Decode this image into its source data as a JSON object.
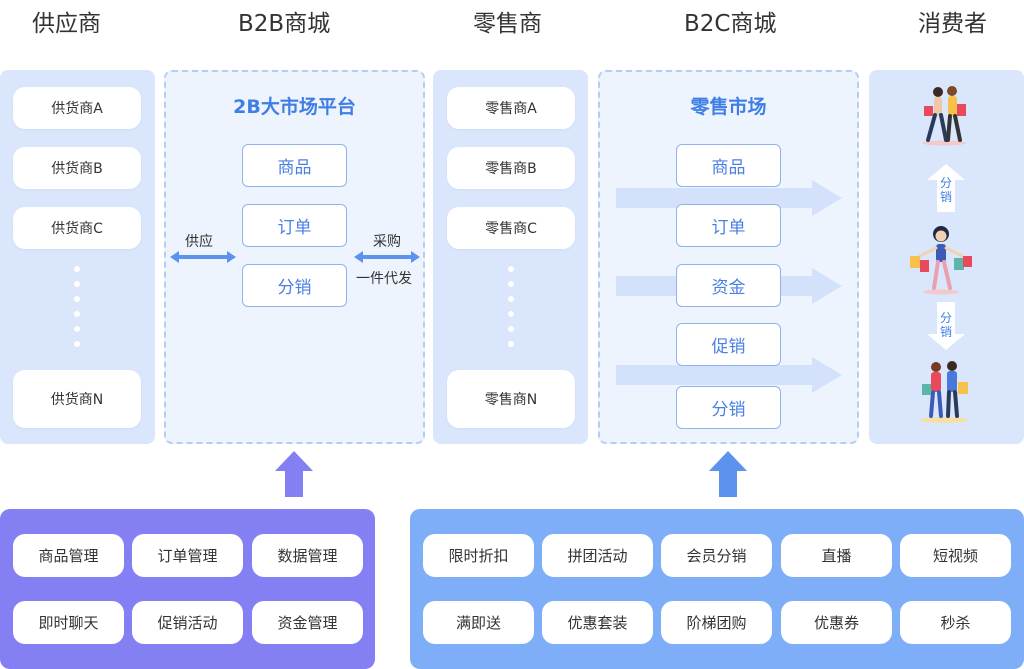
{
  "headers": {
    "supplier": "供应商",
    "b2b": "B2B商城",
    "retailer": "零售商",
    "b2c": "B2C商城",
    "consumer": "消费者"
  },
  "suppliers": [
    "供货商A",
    "供货商B",
    "供货商C",
    "供货商N"
  ],
  "b2b_platform": {
    "title": "2B大市场平台",
    "items": [
      "商品",
      "订单",
      "分销"
    ]
  },
  "links": {
    "supply": "供应",
    "purchase": "采购",
    "dropship": "一件代发"
  },
  "retailers": [
    "零售商A",
    "零售商B",
    "零售商C",
    "零售商N"
  ],
  "retail_market": {
    "title": "零售市场",
    "items": [
      "商品",
      "订单",
      "资金",
      "促销",
      "分销"
    ]
  },
  "consumer_flow": {
    "distribute_1": [
      "分",
      "销"
    ],
    "distribute_2": [
      "分",
      "销"
    ]
  },
  "b2b_features": [
    "商品管理",
    "订单管理",
    "数据管理",
    "即时聊天",
    "促销活动",
    "资金管理"
  ],
  "b2c_features": [
    "限时折扣",
    "拼团活动",
    "会员分销",
    "直播",
    "短视频",
    "满即送",
    "优惠套装",
    "阶梯团购",
    "优惠券",
    "秒杀"
  ],
  "colors": {
    "accent_blue": "#3f7ee6",
    "panel": "#d9e6fb",
    "purple": "#8480f4",
    "light_blue": "#7eaef7"
  }
}
